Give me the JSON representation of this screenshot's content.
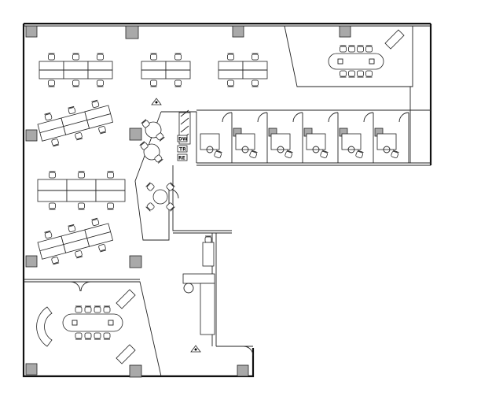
{
  "rooms": {
    "labels": [
      {
        "key": "dw",
        "text": "DW"
      },
      {
        "key": "tr",
        "text": "TR"
      },
      {
        "key": "re",
        "text": "RE"
      }
    ]
  },
  "colors": {
    "wall": "#111111",
    "column": "#a9a9a9"
  }
}
